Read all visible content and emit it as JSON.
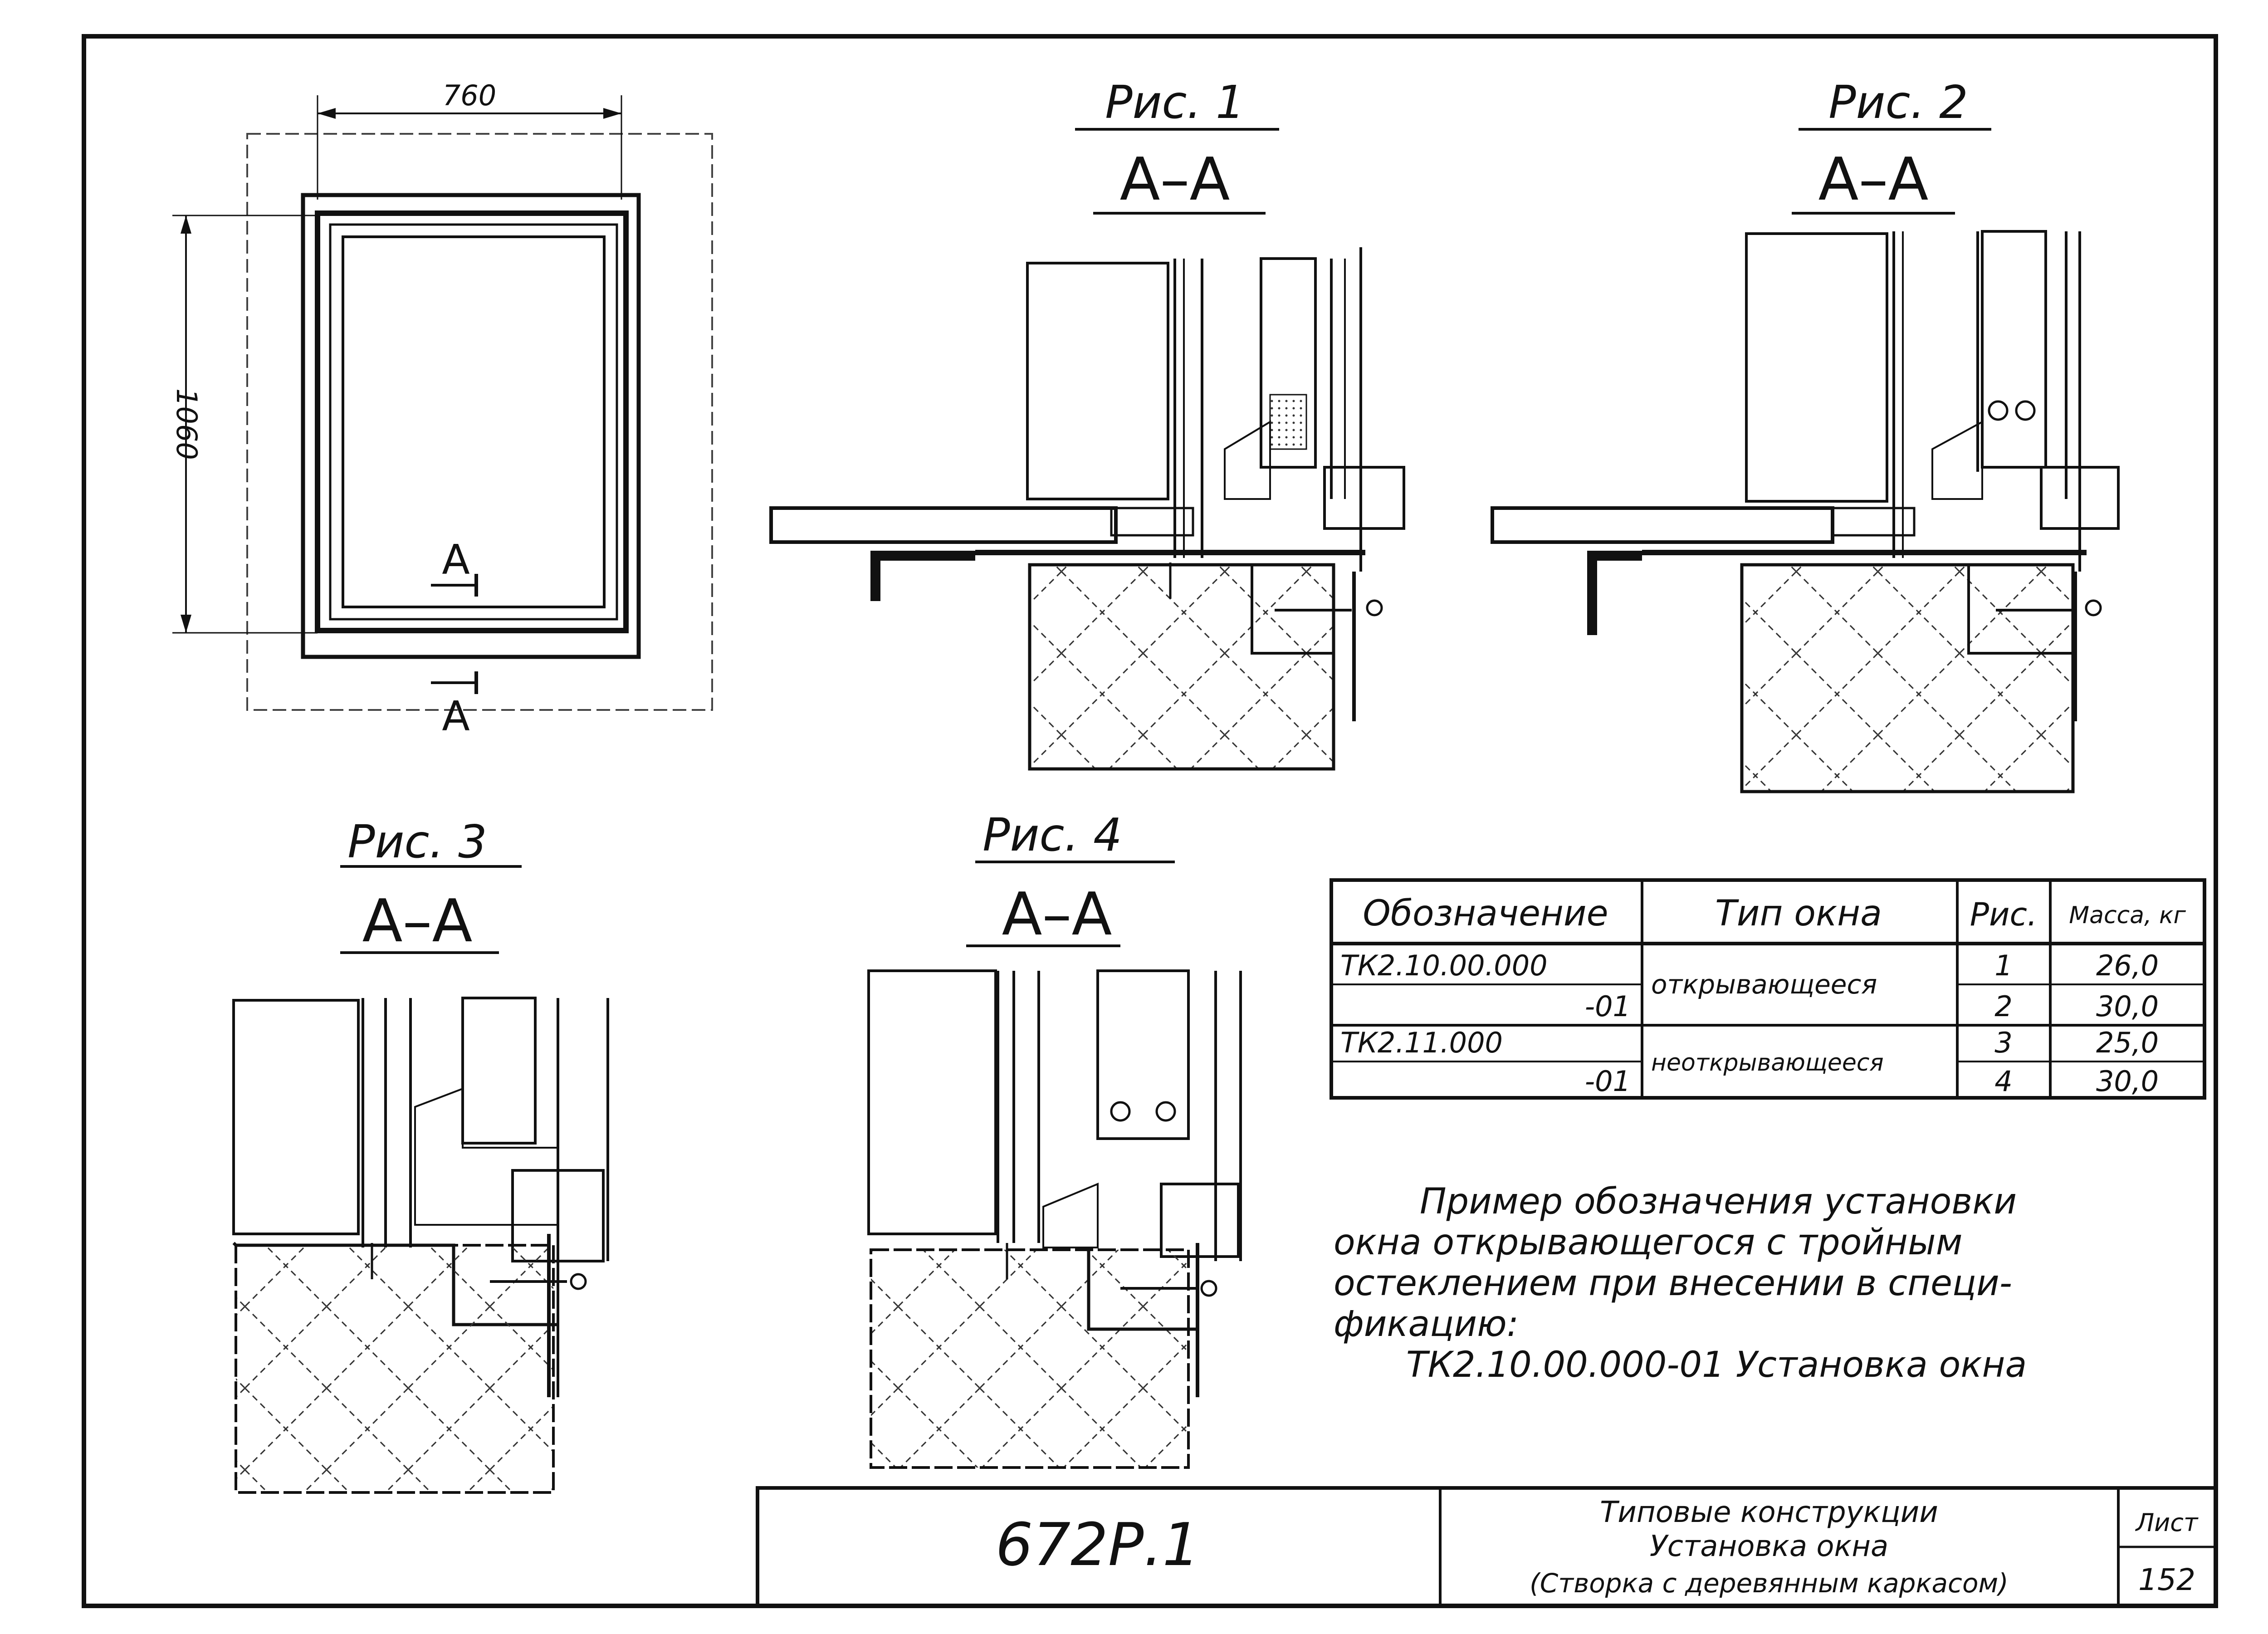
{
  "plan_view": {
    "dim_width": "760",
    "dim_height": "1060",
    "section_mark_top": "A",
    "section_mark_bottom": "A"
  },
  "figures": [
    {
      "caption": "Рис. 1",
      "section": "А–А"
    },
    {
      "caption": "Рис. 2",
      "section": "А–А"
    },
    {
      "caption": "Рис. 3",
      "section": "А–А"
    },
    {
      "caption": "Рис. 4",
      "section": "А–А"
    }
  ],
  "spec_table": {
    "headers": [
      "Обозначение",
      "Тип окна",
      "Рис.",
      "Масса, кг"
    ],
    "rows": [
      {
        "designation": "ТК2.10.00.000",
        "fig": "1",
        "mass": "26,0"
      },
      {
        "designation": "-01",
        "fig": "2",
        "mass": "30,0"
      },
      {
        "designation": "ТК2.11.000",
        "fig": "3",
        "mass": "25,0"
      },
      {
        "designation": "-01",
        "fig": "4",
        "mass": "30,0"
      }
    ],
    "window_types": [
      "открывающееся",
      "неоткрывающееся"
    ]
  },
  "note": {
    "lines": [
      "Пример обозначения установки",
      "окна открывающегося с тройным",
      "остеклением при внесении в специ-",
      "фикацию:",
      "ТК2.10.00.000-01 Установка окна"
    ]
  },
  "title_block": {
    "code": "672Р.1",
    "title_lines": [
      "Типовые конструкции",
      "Установка окна",
      "(Створка с деревянным каркасом)"
    ],
    "sheet_label": "Лист",
    "sheet_number": "152"
  }
}
